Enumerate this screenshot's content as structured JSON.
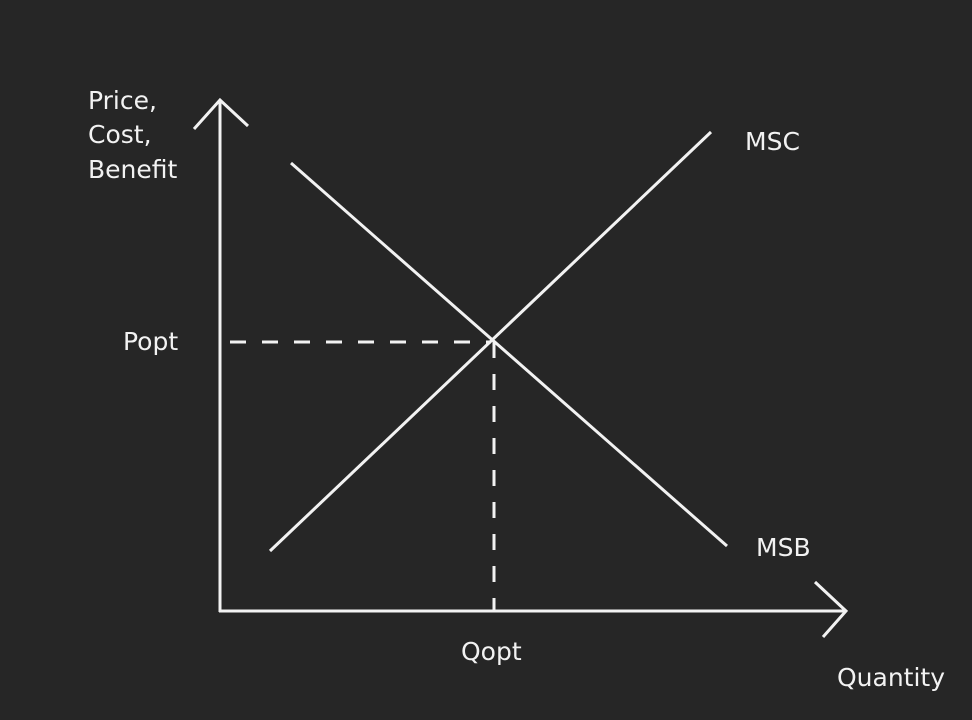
{
  "y_axis_label_lines": [
    "Price,",
    "Cost,",
    "Benefit"
  ],
  "x_axis_label": "Quantity",
  "curves": {
    "cost": "MSC",
    "benefit": "MSB"
  },
  "equilibrium": {
    "price_label": "Popt",
    "quantity_label": "Qopt"
  },
  "colors": {
    "background": "#262626",
    "foreground": "#f2f2f2"
  }
}
